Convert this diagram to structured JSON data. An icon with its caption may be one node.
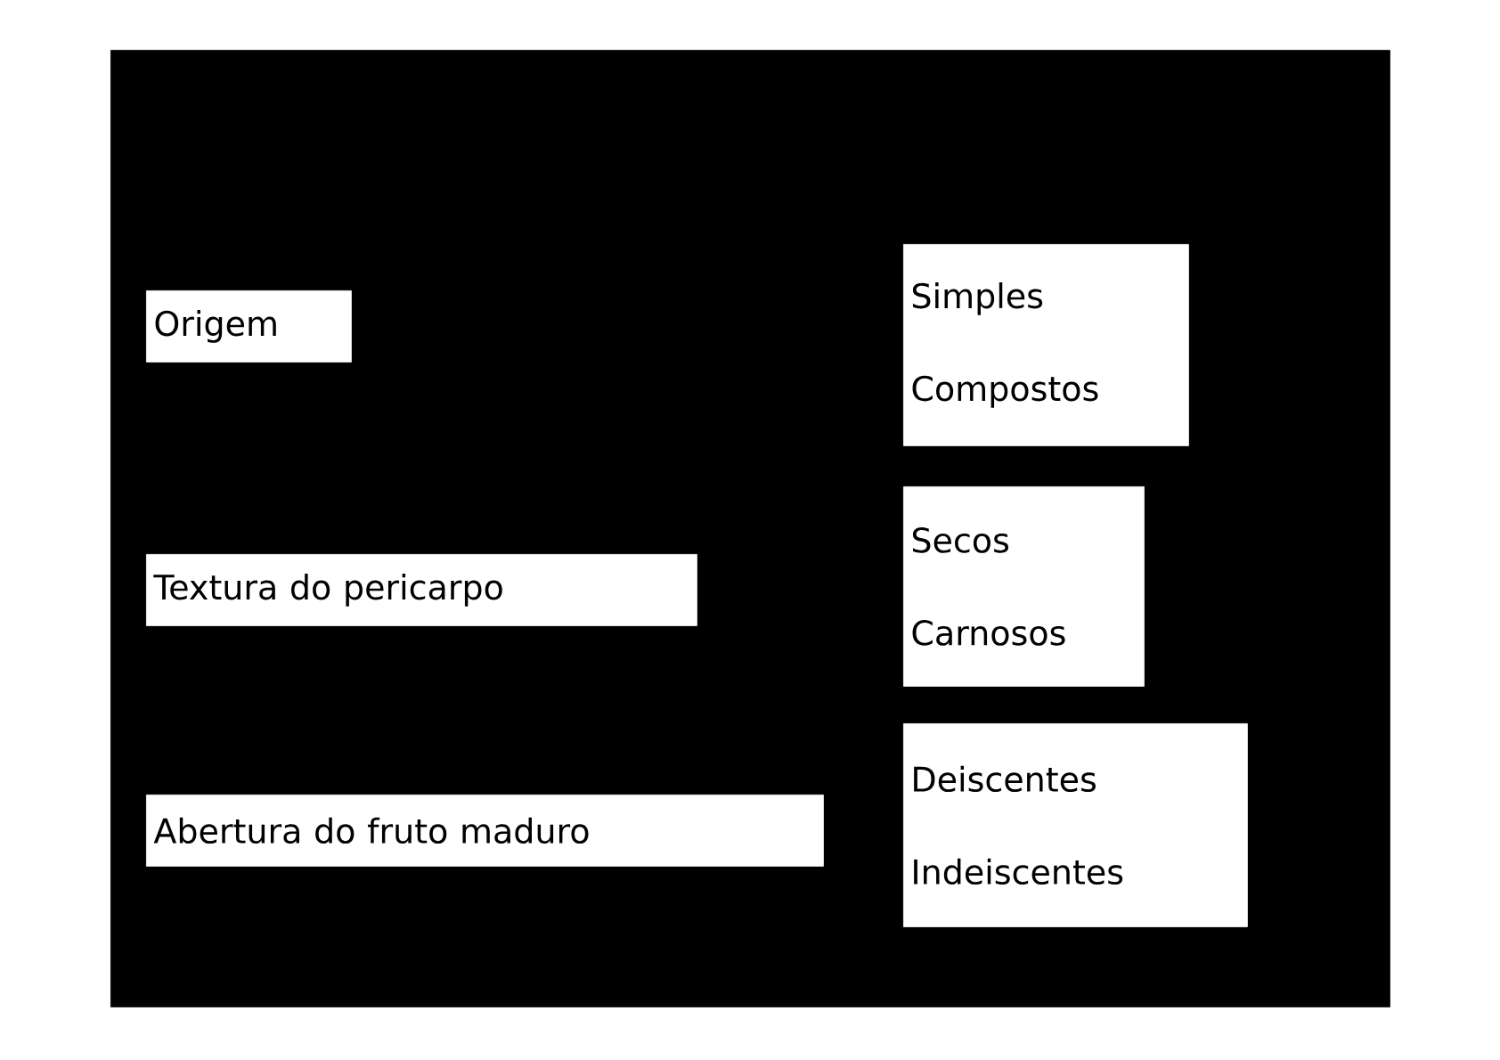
{
  "diagram": {
    "nodes": [
      {
        "text": [],
        "shape": "box"
      },
      {
        "text": [
          "Origem"
        ],
        "in": 0
      },
      {
        "text": [
          "Simples",
          "Compostos"
        ],
        "in": 0
      },
      {
        "text": [
          "Textura do pericarpo"
        ],
        "in": 0
      },
      {
        "text": [
          "Secos",
          "Carnosos"
        ],
        "in": 0
      },
      {
        "text": [
          "Abertura do fruto maduro"
        ],
        "in": 0
      },
      {
        "text": [
          "Deiscentes",
          "Indeiscentes"
        ],
        "in": 0
      }
    ]
  }
}
